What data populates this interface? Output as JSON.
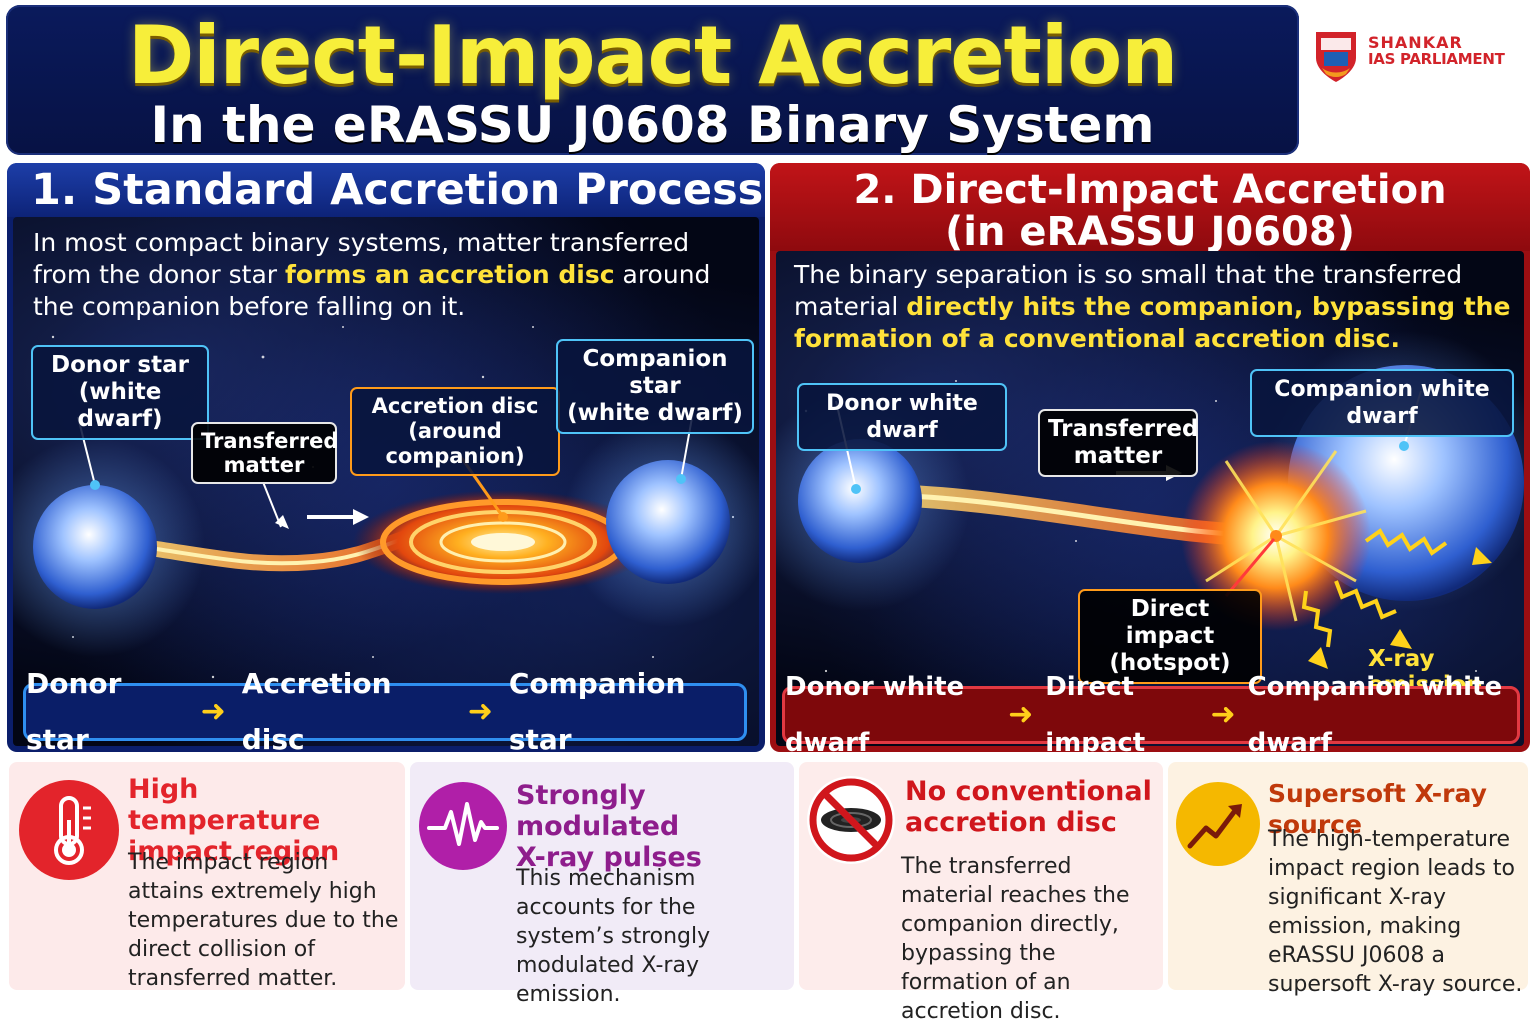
{
  "header": {
    "title": "Direct-Impact Accretion",
    "subtitle": "In the eRASSU J0608 Binary System"
  },
  "logo": {
    "line1": "SHANKAR",
    "line2": "IAS PARLIAMENT"
  },
  "left_panel": {
    "heading": "1. Standard Accretion Process",
    "desc_part1": "In most compact binary systems, matter transferred from the donor star ",
    "desc_highlight": "forms an accretion disc",
    "desc_part2": " around the companion before falling on it.",
    "label_donor": "Donor star\n(white dwarf)",
    "label_transferred": "Transferred\nmatter",
    "label_disc": "Accretion disc\n(around companion)",
    "label_companion": "Companion star\n(white dwarf)",
    "flow": [
      "Donor star",
      "Accretion disc",
      "Companion star"
    ]
  },
  "right_panel": {
    "heading_line1": "2. Direct-Impact Accretion",
    "heading_line2": "(in eRASSU J0608)",
    "desc_part1": "The binary separation is so small that the transferred material ",
    "desc_highlight": "directly hits the companion, bypassing the formation of a conventional accretion disc.",
    "label_donor": "Donor white dwarf",
    "label_transferred": "Transferred\nmatter",
    "label_companion": "Companion white dwarf",
    "label_impact": "Direct impact\n(hotspot)",
    "xray_label": "X-ray emission",
    "flow": [
      "Donor white dwarf",
      "Direct impact",
      "Companion white dwarf"
    ]
  },
  "cards": [
    {
      "title": "High temperature\nimpact region",
      "text": "The impact region attains extremely high temperatures due to the direct collision of transferred matter.",
      "icon": "thermometer-icon",
      "color": "#e3242b"
    },
    {
      "title": "Strongly modulated\nX-ray pulses",
      "text": "This mechanism accounts for the system’s strongly modulated X-ray emission.",
      "icon": "pulse-wave-icon",
      "color": "#8e1d8c"
    },
    {
      "title": "No conventional\naccretion disc",
      "text": "The transferred material reaches the companion directly, bypassing the formation of an accretion disc.",
      "icon": "no-disc-icon",
      "color": "#d0161c"
    },
    {
      "title": "Supersoft X-ray source",
      "text": "The high-temperature impact region leads to significant X-ray emission, making eRASSU J0608 a supersoft X-ray source.",
      "icon": "rising-graph-icon",
      "color": "#c0390b"
    }
  ],
  "colors": {
    "title_yellow": "#f7ee3a",
    "left_blue": "#0b1e6b",
    "right_red": "#9c0e12",
    "highlight": "#ffe23a"
  }
}
